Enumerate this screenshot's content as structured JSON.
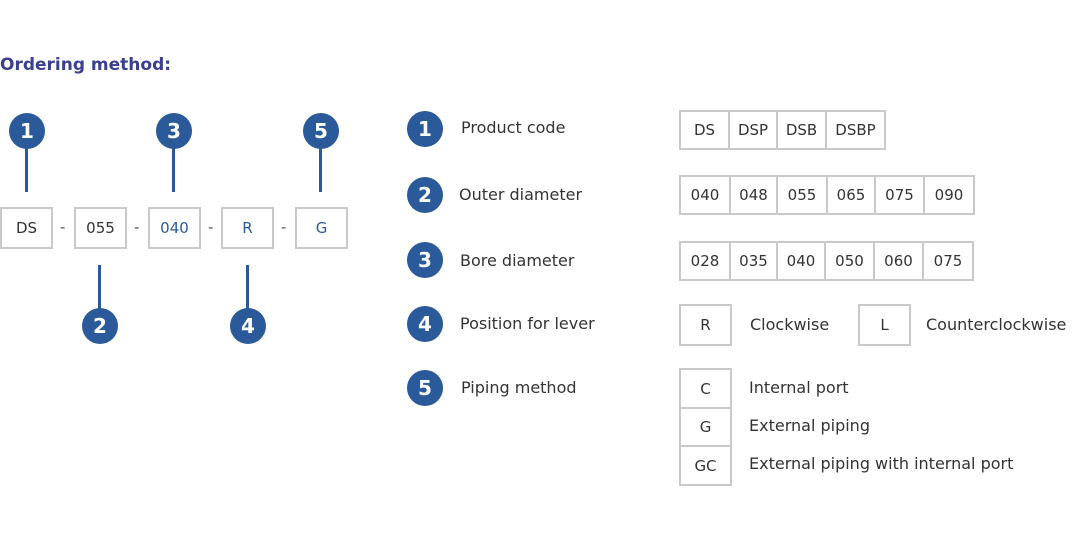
{
  "title": "Ordering method:",
  "code_parts": [
    "DS",
    "055",
    "040",
    "R",
    "G"
  ],
  "separator": "-",
  "badges": [
    "1",
    "2",
    "3",
    "4",
    "5"
  ],
  "legend": [
    {
      "num": "1",
      "label": "Product code",
      "options": [
        "DS",
        "DSP",
        "DSB",
        "DSBP"
      ]
    },
    {
      "num": "2",
      "label": "Outer diameter",
      "options": [
        "040",
        "048",
        "055",
        "065",
        "075",
        "090"
      ]
    },
    {
      "num": "3",
      "label": "Bore diameter",
      "options": [
        "028",
        "035",
        "040",
        "050",
        "060",
        "075"
      ]
    },
    {
      "num": "4",
      "label": "Position for lever",
      "options": [
        {
          "code": "R",
          "desc": "Clockwise"
        },
        {
          "code": "L",
          "desc": "Counterclockwise"
        }
      ]
    },
    {
      "num": "5",
      "label": "Piping method",
      "options": [
        {
          "code": "C",
          "desc": "Internal port"
        },
        {
          "code": "G",
          "desc": "External piping"
        },
        {
          "code": "GC",
          "desc": "External piping with internal port"
        }
      ]
    }
  ],
  "colors": {
    "accent": "#2a5a99",
    "title": "#3a3f8f",
    "border": "#c9c9c9"
  }
}
